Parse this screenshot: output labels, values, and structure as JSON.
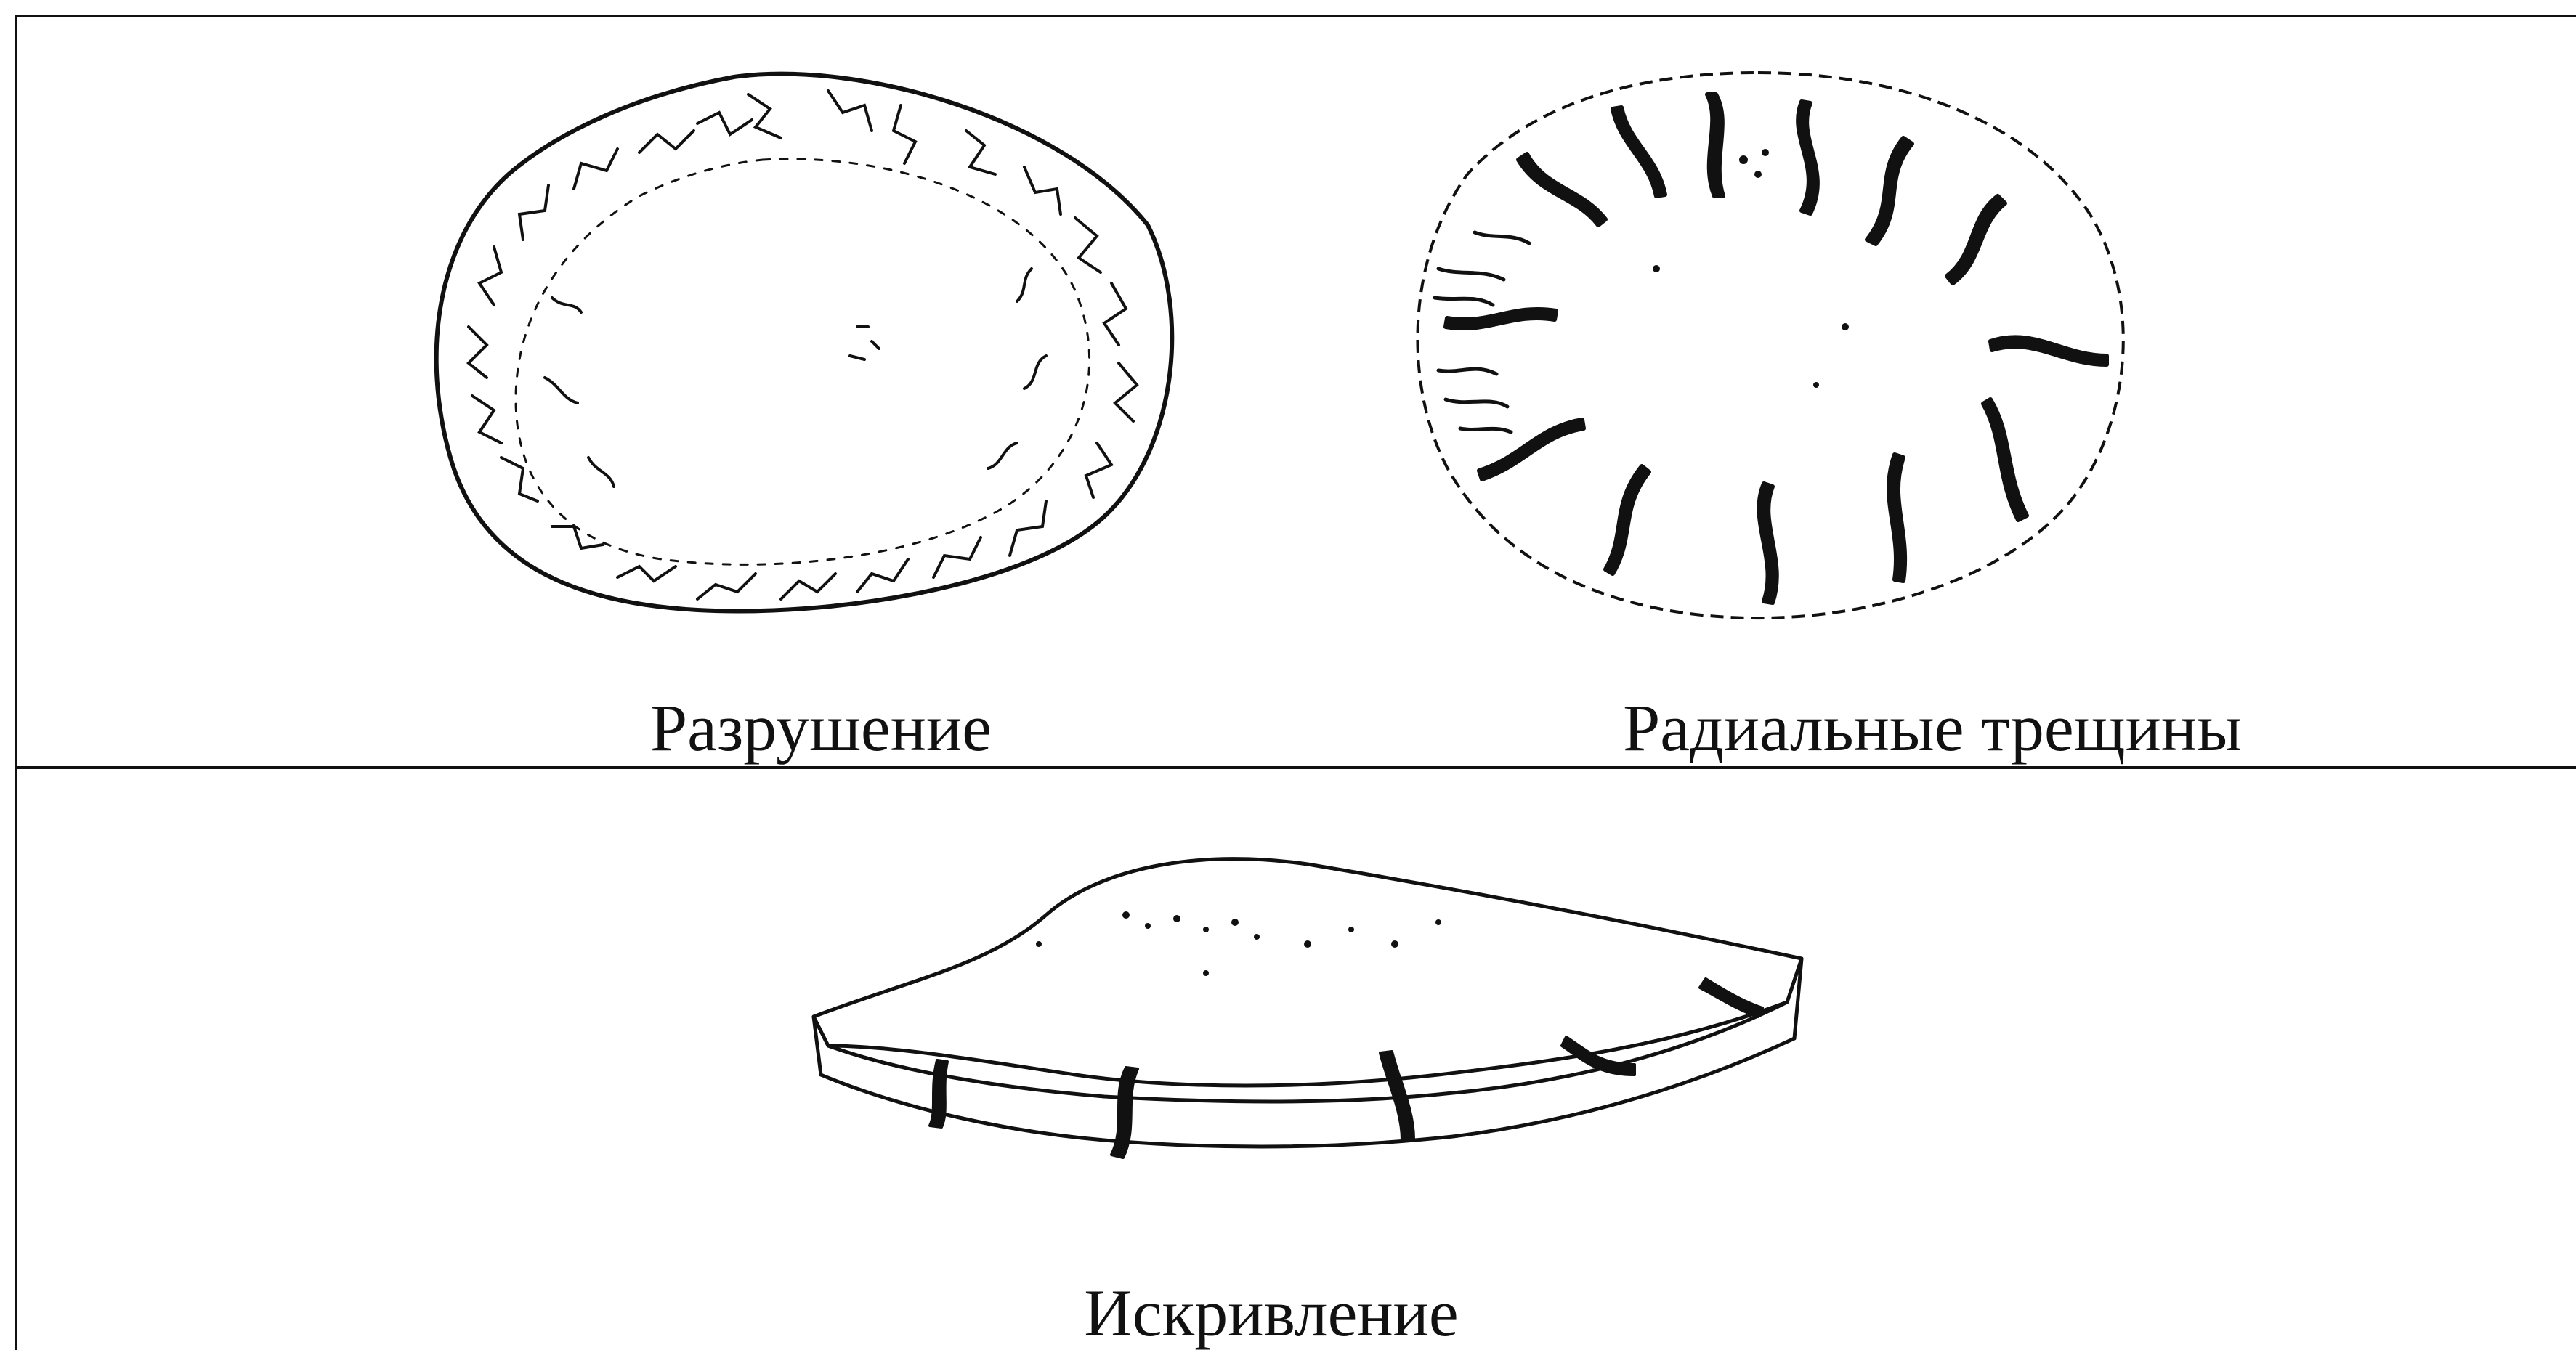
{
  "figure": {
    "panels": [
      {
        "id": "destruction",
        "caption": "Разрушение"
      },
      {
        "id": "radial-cracks",
        "caption": "Радиальные трещины"
      },
      {
        "id": "warping",
        "caption": "Искривление"
      }
    ]
  }
}
